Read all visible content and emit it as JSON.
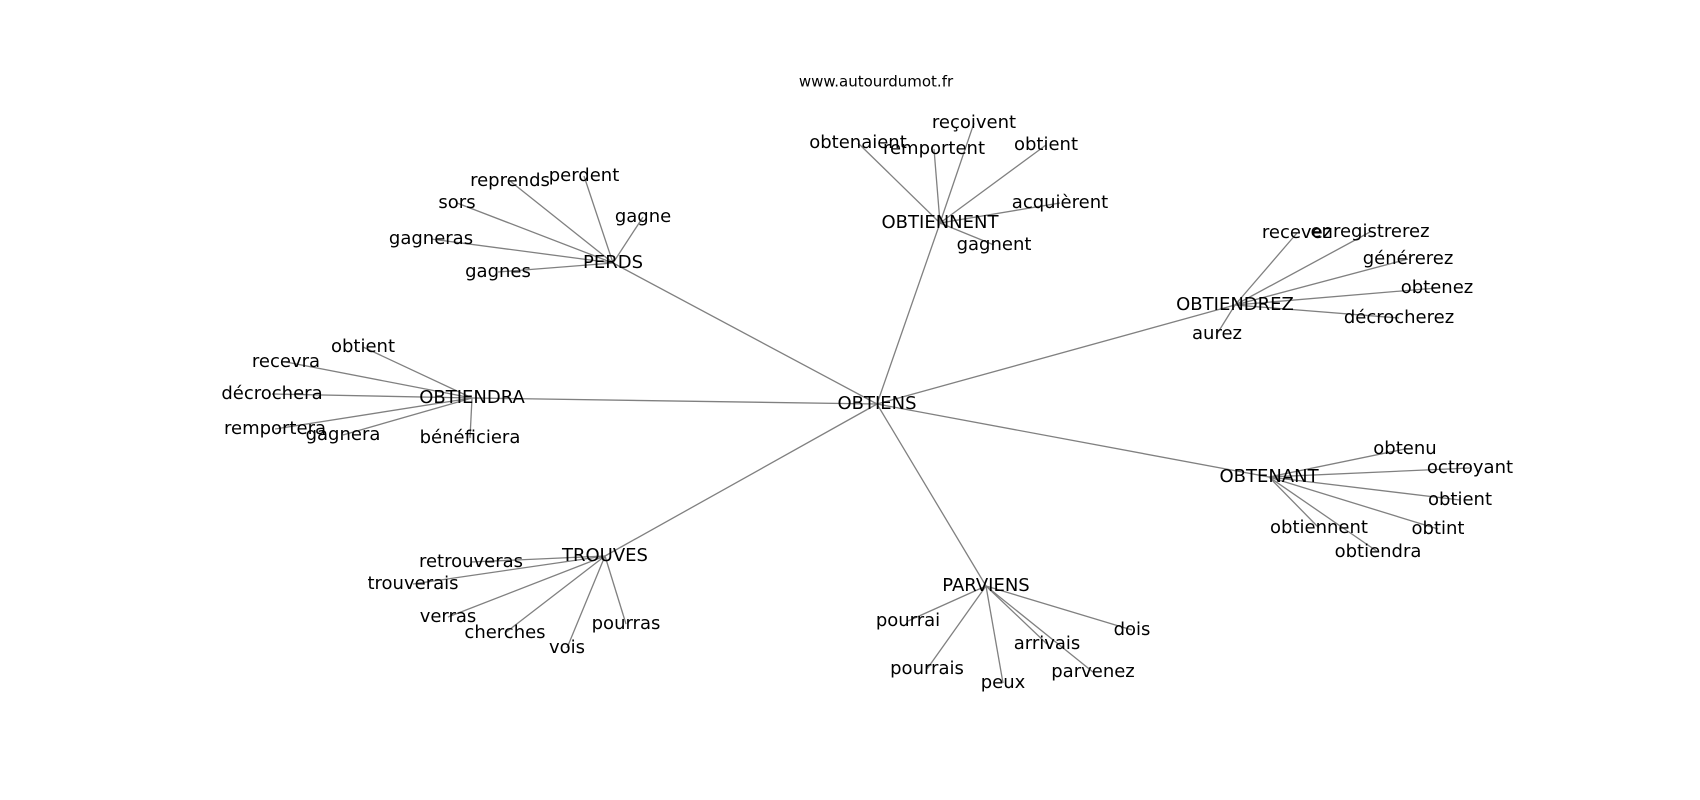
{
  "watermark": "www.autourdumot.fr",
  "colors": {
    "edge": "#808080",
    "text": "#000000",
    "background": "#ffffff"
  },
  "graph": {
    "root": "OBTIENS",
    "hubs": [
      {
        "id": "obtiennent",
        "label": "OBTIENNENT",
        "leaves": [
          "obtenaient",
          "remportent",
          "reçoivent",
          "obtient",
          "acquièrent",
          "gagnent"
        ]
      },
      {
        "id": "perds",
        "label": "PERDS",
        "leaves": [
          "reprends",
          "perdent",
          "sors",
          "gagne",
          "gagneras",
          "gagnes"
        ]
      },
      {
        "id": "obtiendrez",
        "label": "OBTIENDREZ",
        "leaves": [
          "recevez",
          "enregistrerez",
          "générerez",
          "obtenez",
          "décrocherez",
          "aurez"
        ]
      },
      {
        "id": "obtiendra",
        "label": "OBTIENDRA",
        "leaves": [
          "obtient",
          "recevra",
          "décrochera",
          "remportera",
          "gagnera",
          "bénéficiera"
        ]
      },
      {
        "id": "obtenant",
        "label": "OBTENANT",
        "leaves": [
          "obtenu",
          "octroyant",
          "obtient",
          "obtint",
          "obtiennent",
          "obtiendra"
        ]
      },
      {
        "id": "trouves",
        "label": "TROUVES",
        "leaves": [
          "retrouveras",
          "trouverais",
          "verras",
          "cherches",
          "vois",
          "pourras"
        ]
      },
      {
        "id": "parviens",
        "label": "PARVIENS",
        "leaves": [
          "pourrai",
          "pourrais",
          "peux",
          "arrivais",
          "parvenez",
          "dois"
        ]
      }
    ]
  }
}
